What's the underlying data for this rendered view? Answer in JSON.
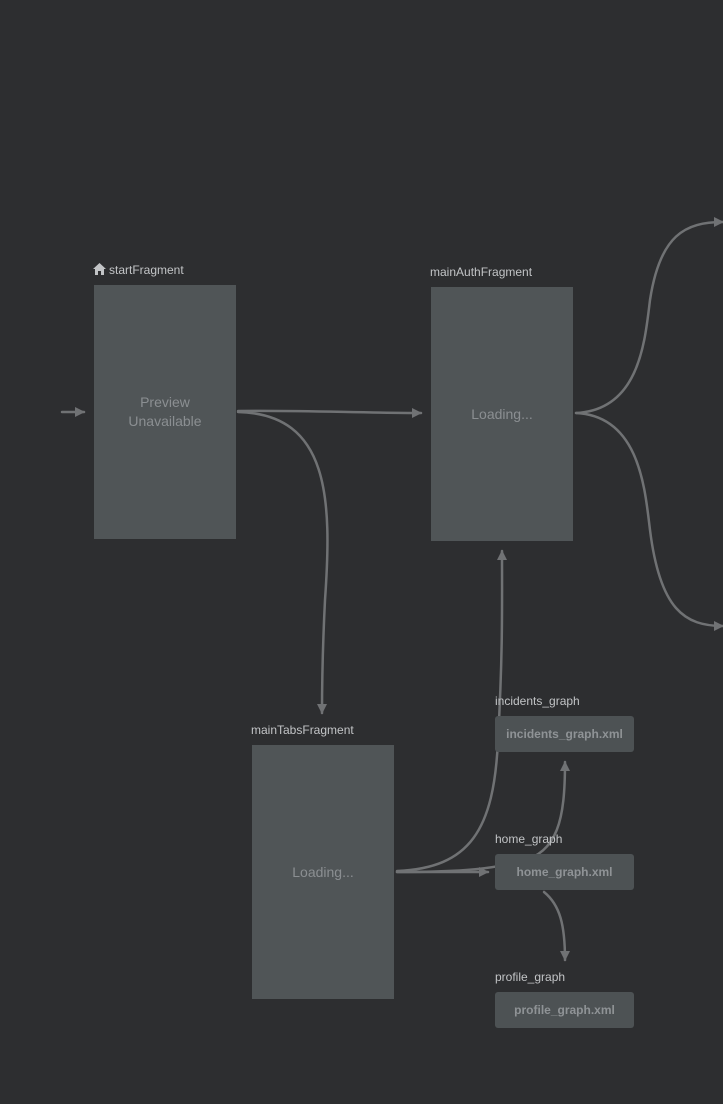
{
  "nodes": {
    "start": {
      "label": "startFragment",
      "preview_line1": "Preview",
      "preview_line2": "Unavailable",
      "is_home": true
    },
    "main_auth": {
      "label": "mainAuthFragment",
      "preview": "Loading..."
    },
    "main_tabs": {
      "label": "mainTabsFragment",
      "preview": "Loading..."
    }
  },
  "graphs": {
    "incidents": {
      "label": "incidents_graph",
      "file": "incidents_graph.xml"
    },
    "home": {
      "label": "home_graph",
      "file": "home_graph.xml"
    },
    "profile": {
      "label": "profile_graph",
      "file": "profile_graph.xml"
    }
  },
  "colors": {
    "background": "#2d2e30",
    "node_fill": "#505557",
    "graph_fill": "#4d5254",
    "connector": "#707274",
    "label_text": "#c2c4c6",
    "preview_text": "#8b8f92"
  }
}
